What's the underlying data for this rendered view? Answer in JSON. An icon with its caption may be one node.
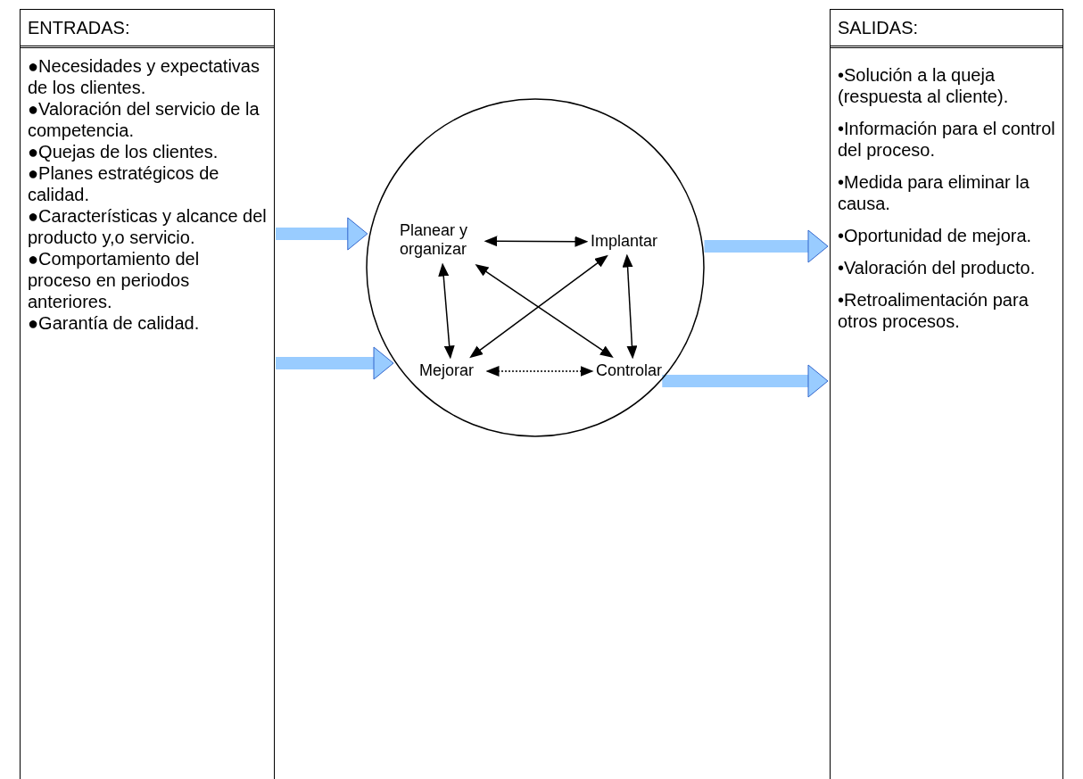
{
  "diagram": {
    "nodes": [
      {
        "text": [
          "ENTRADAS:",
          "●Necesidades y expectativas de los clientes.",
          "●Valoración del servicio de la competencia.",
          "●Quejas de los clientes.",
          "●Planes estratégicos de calidad.",
          "●Características y alcance del producto y,o servicio.",
          "●Comportamiento del proceso en periodos anteriores.",
          "●Garantía de calidad."
        ]
      },
      {
        "text": [],
        "shape": "circle"
      },
      {
        "text": [
          "Planear y organizar"
        ],
        "in": 1
      },
      {
        "text": [
          "Implantar"
        ],
        "in": 1
      },
      {
        "text": [
          "Mejorar"
        ],
        "in": 1
      },
      {
        "text": [
          "Controlar"
        ],
        "in": 1
      },
      {
        "text": [
          "SALIDAS:",
          "•Solución a la queja (respuesta al cliente).",
          "•Información para el control del proceso.",
          "•Medida para eliminar la causa.",
          "•Oportunidad de mejora.",
          "•Valoración del producto.",
          "•Retroalimentación para otros procesos."
        ]
      }
    ],
    "edges": [
      {
        "from": 0,
        "to": 1,
        "arrow": "to",
        "style": "thick",
        "color": "#99ccff"
      },
      {
        "from": 0,
        "to": 1,
        "arrow": "to",
        "style": "thick",
        "color": "#99ccff"
      },
      {
        "from": 1,
        "to": 6,
        "arrow": "to",
        "style": "thick",
        "color": "#99ccff"
      },
      {
        "from": 1,
        "to": 6,
        "arrow": "to",
        "style": "thick",
        "color": "#99ccff"
      },
      {
        "from": 2,
        "to": 3,
        "arrow": "both"
      },
      {
        "from": 2,
        "to": 4,
        "arrow": "both"
      },
      {
        "from": 2,
        "to": 5,
        "arrow": "both"
      },
      {
        "from": 3,
        "to": 4,
        "arrow": "both"
      },
      {
        "from": 3,
        "to": 5,
        "arrow": "both"
      },
      {
        "from": 4,
        "to": 5,
        "arrow": "both",
        "style": "dashed"
      }
    ]
  }
}
